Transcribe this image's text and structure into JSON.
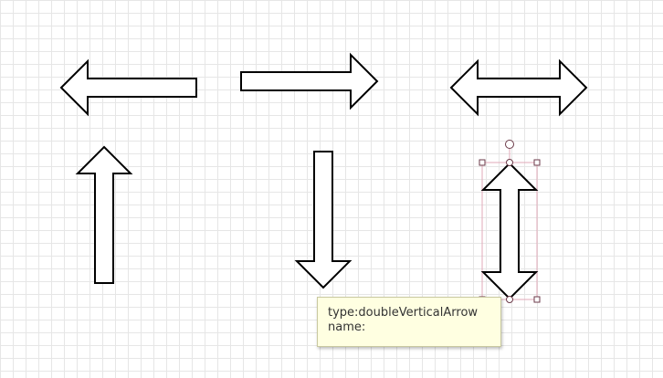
{
  "canvas": {
    "grid_color": "#e6e6e6",
    "background": "#ffffff"
  },
  "shapes": [
    {
      "type": "leftArrow"
    },
    {
      "type": "rightArrow"
    },
    {
      "type": "doubleHorizontalArrow"
    },
    {
      "type": "upArrow"
    },
    {
      "type": "downArrow"
    },
    {
      "type": "doubleVerticalArrow",
      "selected": true
    }
  ],
  "tooltip": {
    "type_line": "type:doubleVerticalArrow",
    "name_line": "name:"
  },
  "selection": {
    "frame_color": "#e0a9b8",
    "handle_color": "#6b3a48"
  }
}
